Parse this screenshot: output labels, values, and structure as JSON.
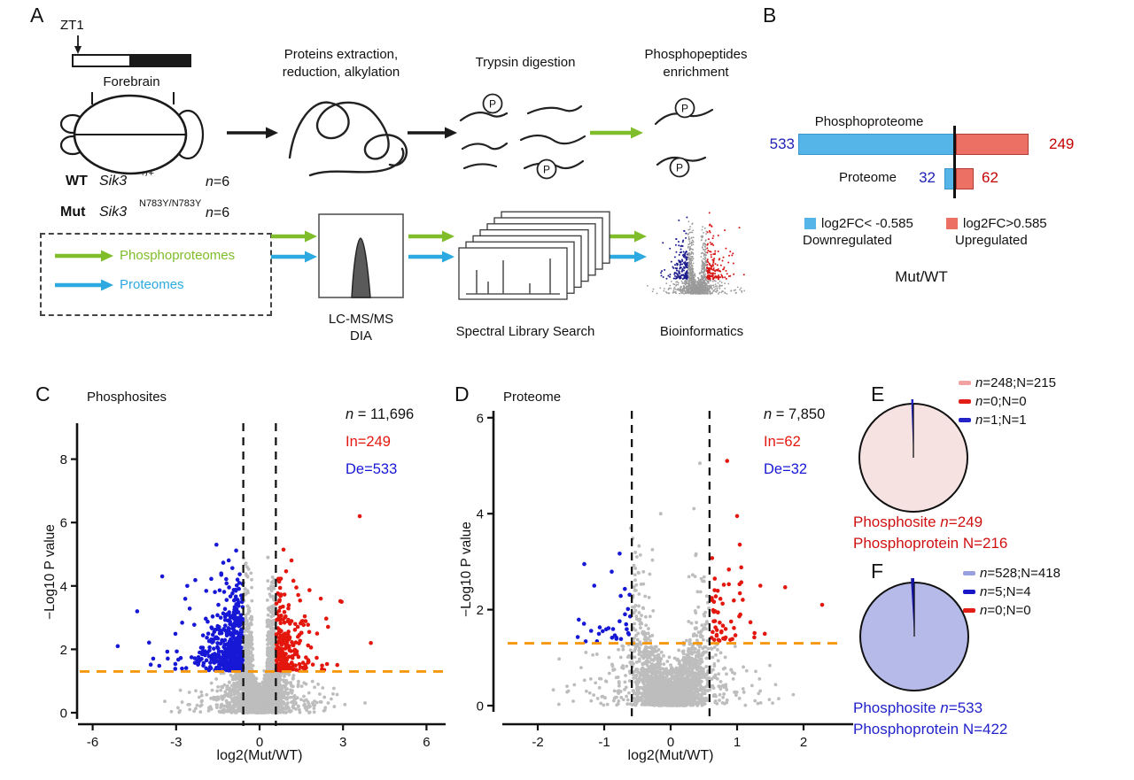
{
  "panels": {
    "A": "A",
    "B": "B",
    "C": "C",
    "D": "D",
    "E": "E",
    "F": "F"
  },
  "panelA": {
    "zt1": "ZT1",
    "forebrain": "Forebrain",
    "wt": "WT",
    "wt_gene": "Sik3",
    "wt_sup": "+/+",
    "mut": "Mut",
    "mut_gene": "Sik3",
    "mut_sup": "N783Y/N783Y",
    "n_i": "n",
    "n_rest": "=6",
    "legend_phospho": "Phosphoproteomes",
    "legend_proteome": "Proteomes",
    "step_extraction_1": "Proteins extraction,",
    "step_extraction_2": "reduction, alkylation",
    "step_trypsin": "Trypsin digestion",
    "step_enrichment_1": "Phosphopeptides",
    "step_enrichment_2": "enrichment",
    "step_lcms_1": "LC-MS/MS",
    "step_lcms_2": "DIA",
    "step_spectral": "Spectral Library Search",
    "step_bioinformatics": "Bioinformatics",
    "p_label": "P",
    "colors": {
      "phospho_green": "#7FBD2A",
      "proteome_blue": "#2BA9E0"
    }
  },
  "chart_data": [
    {
      "id": "B",
      "type": "bar",
      "orientation": "horizontal_diverging",
      "rows": [
        {
          "label": "Phosphoproteome",
          "down": 533,
          "up": 249
        },
        {
          "label": "Proteome",
          "down": 32,
          "up": 62
        }
      ],
      "legend": [
        {
          "swatch": "#55B5E9",
          "line1": "log2FC< -0.585",
          "line2": "Downregulated"
        },
        {
          "swatch": "#EC7063",
          "line1": "log2FC>0.585",
          "line2": "Upregulated"
        }
      ],
      "xlabel": "Mut/WT",
      "colors": {
        "down_bar": "#55B5E9",
        "up_bar": "#EC7063",
        "down_text": "#2121B5",
        "up_text": "#C40000"
      }
    },
    {
      "id": "C",
      "type": "scatter",
      "subtype": "volcano",
      "title": "Phosphosites",
      "n_label_i": "n",
      "n_label_rest": " = 11,696",
      "in_label": "In=249",
      "de_label": "De=533",
      "in_count": 249,
      "de_count": 533,
      "xlabel": "log2(Mut/WT)",
      "ylabel": "−Log10 P value",
      "xticks": [
        -6,
        -3,
        0,
        3,
        6
      ],
      "yticks": [
        0,
        2,
        4,
        6,
        8
      ],
      "xlim": [
        -6.6,
        6.6
      ],
      "ylim": [
        0,
        9.3
      ],
      "fc_threshold": 0.585,
      "p_threshold": 1.3,
      "colors": {
        "up": "#E3170D",
        "down": "#1717D6",
        "ns": "#BDBDBD",
        "threshold_line": "#151515",
        "p_line": "#F6980E"
      },
      "red_outliers": [
        [
          3.6,
          6.2
        ],
        [
          2.95,
          3.5
        ],
        [
          2.2,
          3.6
        ],
        [
          4.0,
          2.2
        ]
      ],
      "blue_outliers": [
        [
          -4.4,
          3.2
        ],
        [
          -3.5,
          4.3
        ],
        [
          -1.55,
          5.3
        ],
        [
          -2.6,
          4.0
        ],
        [
          -5.1,
          2.1
        ]
      ],
      "gray_outliers": [
        [
          0.3,
          4.9
        ],
        [
          -0.45,
          4.6
        ]
      ]
    },
    {
      "id": "D",
      "type": "scatter",
      "subtype": "volcano",
      "title": "Proteome",
      "n_label_i": "n",
      "n_label_rest": " = 7,850",
      "in_label": "In=62",
      "de_label": "De=32",
      "in_count": 62,
      "de_count": 32,
      "xlabel": "log2(Mut/WT)",
      "ylabel": "−Log10 P value",
      "xticks": [
        -2,
        -1,
        0,
        1,
        2
      ],
      "yticks": [
        0,
        2,
        4,
        6
      ],
      "xlim": [
        -2.4,
        2.4
      ],
      "ylim": [
        0,
        6.3
      ],
      "fc_threshold": 0.585,
      "p_threshold": 1.3,
      "colors": {
        "up": "#E3170D",
        "down": "#1717D6",
        "ns": "#BDBDBD",
        "threshold_line": "#151515",
        "p_line": "#F6980E"
      },
      "red_outliers": [
        [
          2.28,
          2.1
        ],
        [
          0.85,
          5.1
        ],
        [
          1.0,
          3.95
        ],
        [
          1.35,
          2.5
        ]
      ],
      "blue_outliers": [
        [
          -1.3,
          2.95
        ],
        [
          -1.15,
          2.5
        ]
      ],
      "gray_outliers": [
        [
          0.44,
          5.05
        ],
        [
          -0.15,
          4.0
        ],
        [
          -0.6,
          3.7
        ]
      ]
    },
    {
      "id": "E",
      "type": "pie",
      "slices": [
        {
          "label_i": "n",
          "label_rest": "=248;N=215",
          "value": 248,
          "color": "#F7E2E2",
          "legend_color": "#F2A2A2"
        },
        {
          "label_i": "n",
          "label_rest": "=0;N=0",
          "value": 0,
          "color": "#E31E17",
          "legend_color": "#E31E17"
        },
        {
          "label_i": "n",
          "label_rest": "=1;N=1",
          "value": 1,
          "color": "#2323C8",
          "legend_color": "#2323C8"
        }
      ],
      "caption1_pre": "Phosphosite ",
      "caption1_i": "n",
      "caption1_post": "=249",
      "caption2": "Phosphoprotein N=216",
      "caption_color": "#D01010"
    },
    {
      "id": "F",
      "type": "pie",
      "slices": [
        {
          "label_i": "n",
          "label_rest": "=528;N=418",
          "value": 528,
          "color": "#B5BAE8",
          "legend_color": "#99A0E0"
        },
        {
          "label_i": "n",
          "label_rest": "=5;N=4",
          "value": 5,
          "color": "#1515A8",
          "legend_color": "#1717C8"
        },
        {
          "label_i": "n",
          "label_rest": "=0;N=0",
          "value": 0,
          "color": "#E31E17",
          "legend_color": "#E31E17"
        }
      ],
      "caption1_pre": "Phosphosite ",
      "caption1_i": "n",
      "caption1_post": "=533",
      "caption2": "Phosphoprotein N=422",
      "caption_color": "#2222CC"
    }
  ]
}
